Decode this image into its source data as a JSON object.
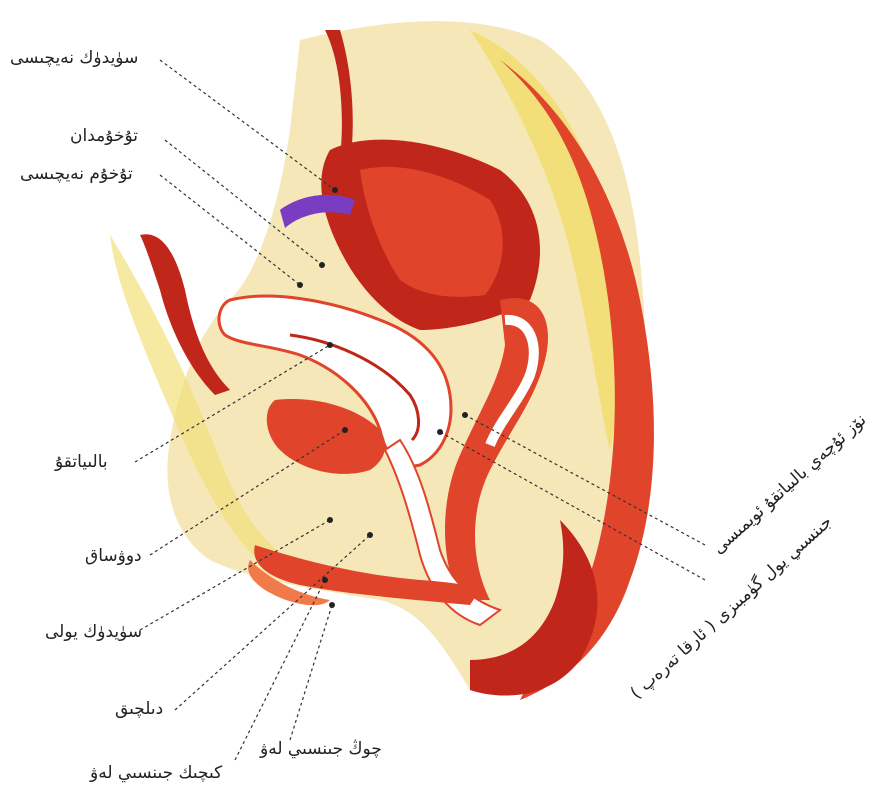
{
  "labels": {
    "ureter": "سۈيدۈك نەيچىسى",
    "ovary": "تۇخۇمدان",
    "fallopian_tube": "تۇخۇم نەيچىسى",
    "uterus": "بالىياتقۇ",
    "bladder": "دوۋساق",
    "urethra": "سۈيدۈك يولى",
    "clitoris": "دىلچىق",
    "labia_minora": "كىچىك جىنسىي لەۋ",
    "labia_majora": "چوڭ جىنسىي لەۋ",
    "cervix": "نۆز ئۇچەي بالىياتقۇ ئويمىسى",
    "vagina": "جىنسىي يول گۈمبىزى ( ئارقا تەرەپ )"
  },
  "colors": {
    "tissue_dark": "#c0261a",
    "tissue_mid": "#e0442a",
    "tissue_light": "#f07a4a",
    "cream": "#f6e7b8",
    "yellow": "#f2df7a",
    "white_organ": "#ffffff",
    "line": "#333333"
  }
}
